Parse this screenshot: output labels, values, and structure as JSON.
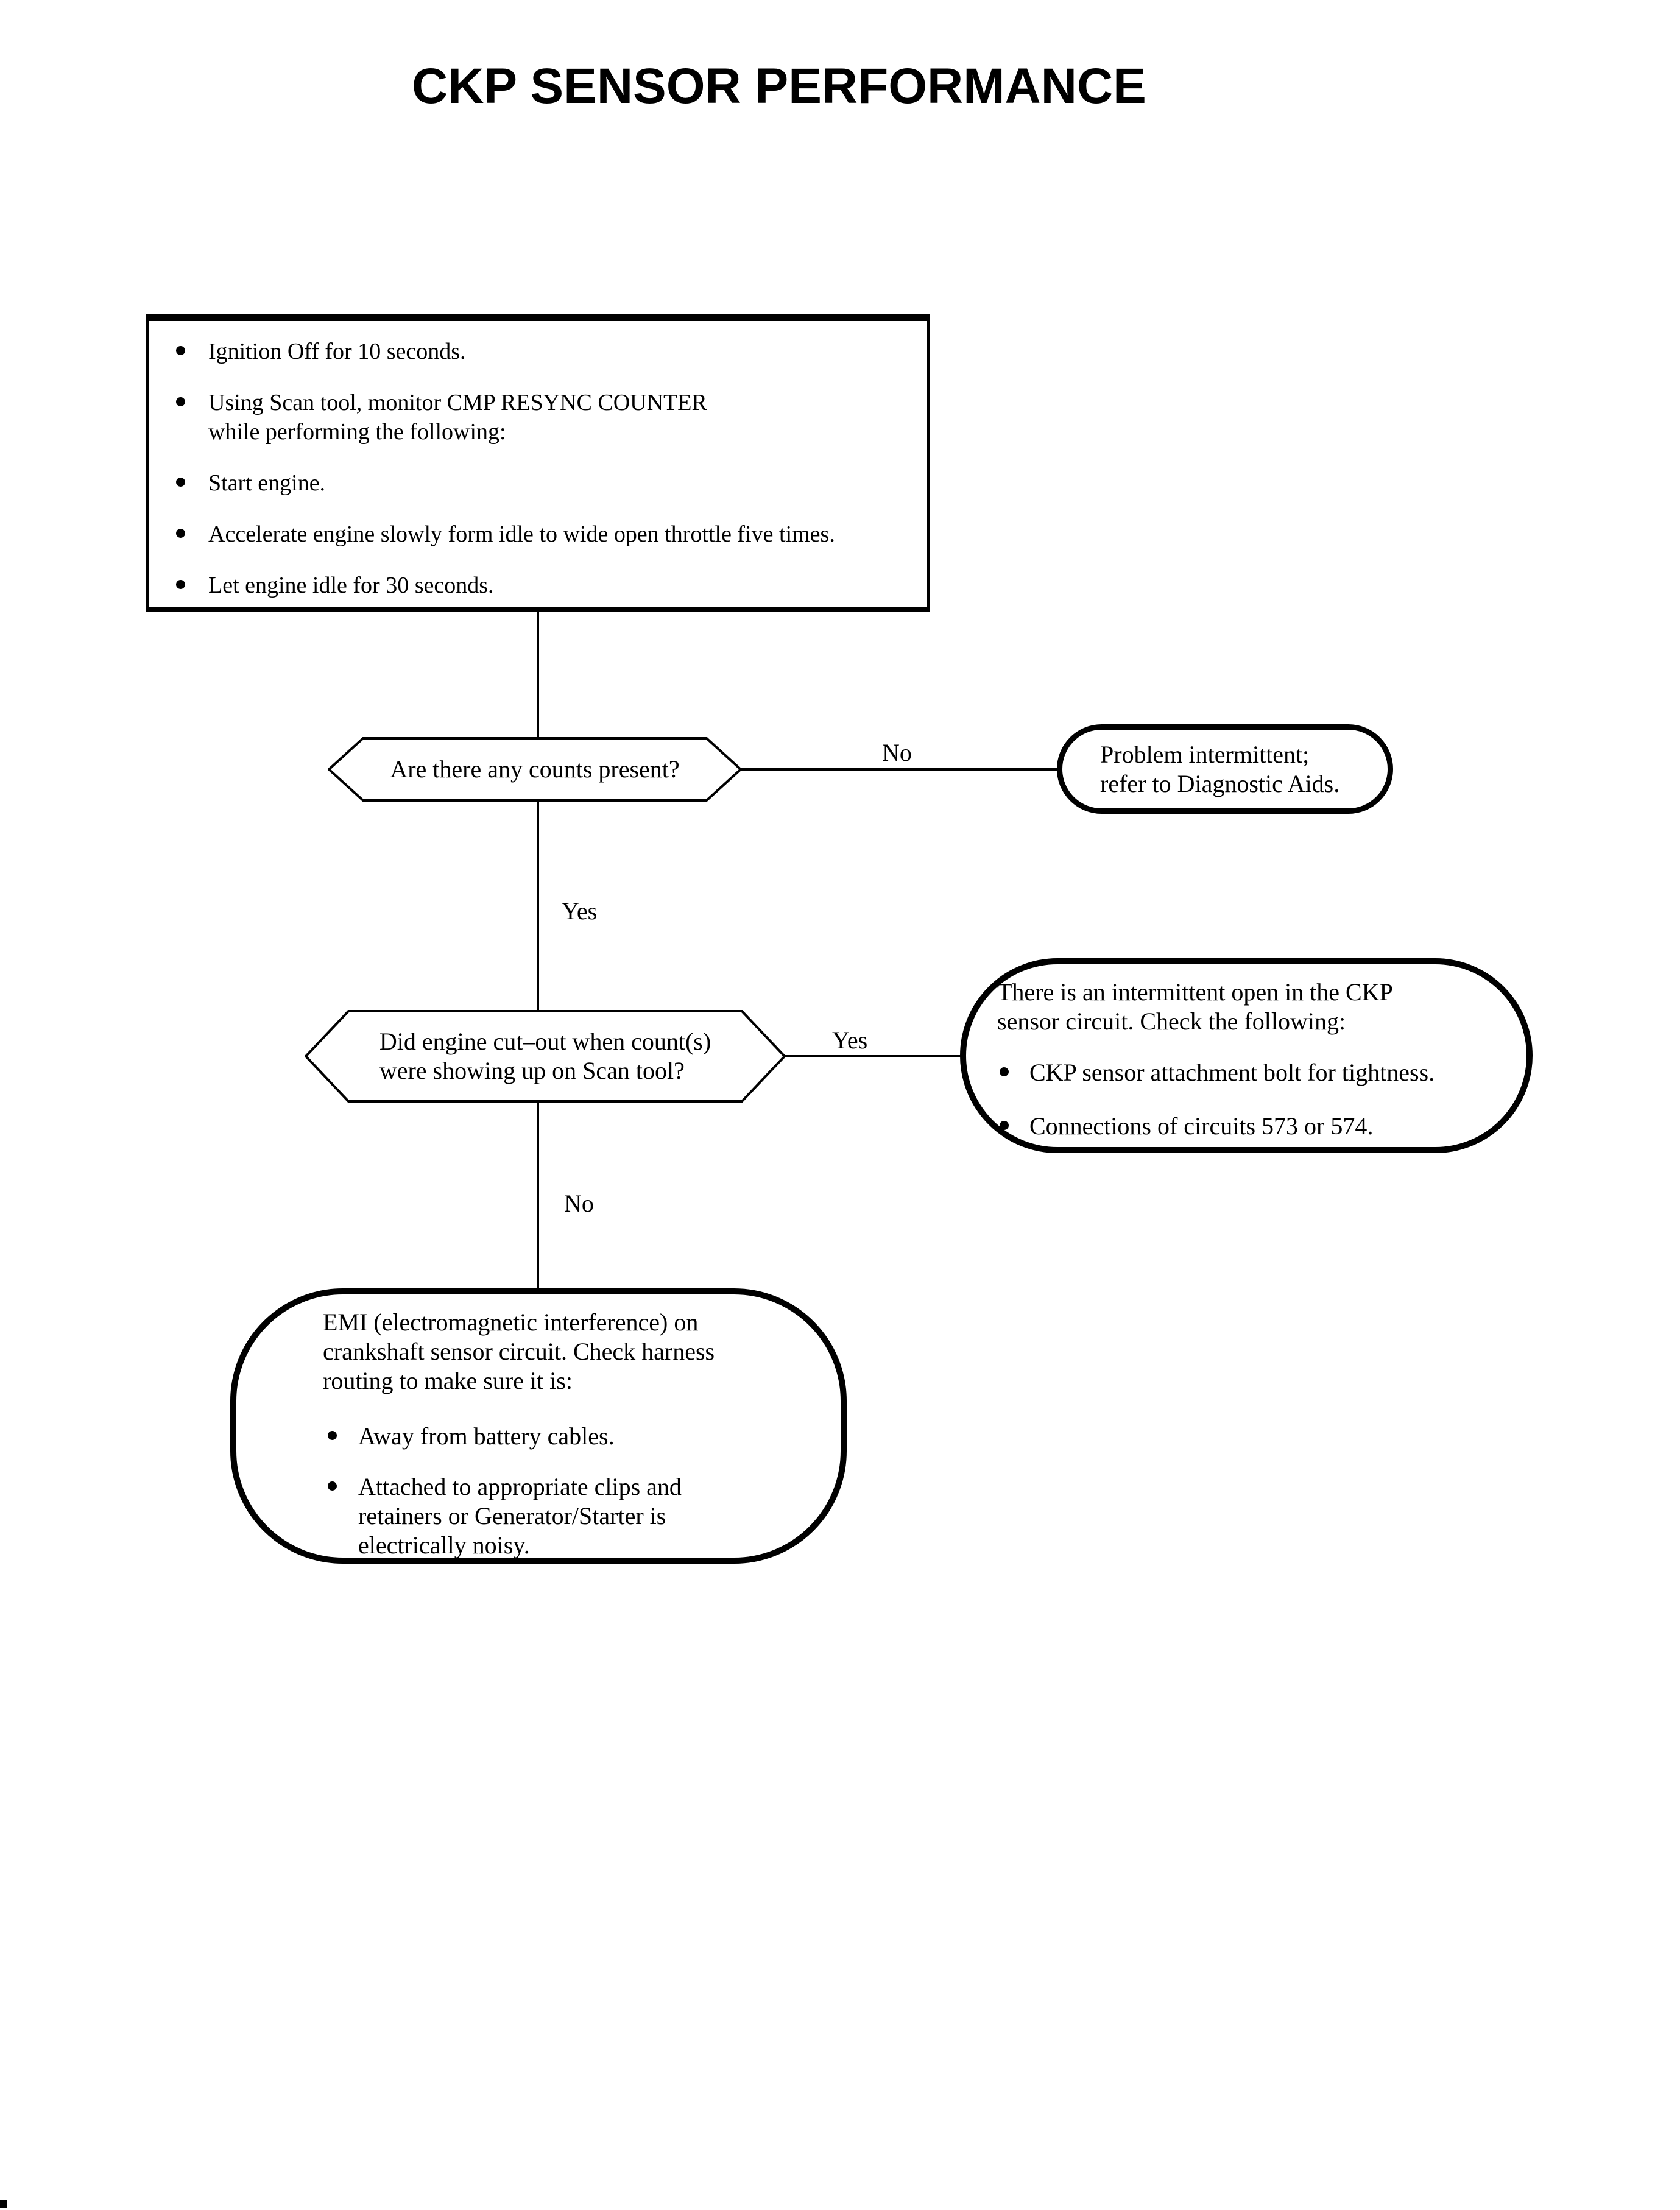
{
  "page": {
    "title": "CKP SENSOR PERFORMANCE"
  },
  "colors": {
    "ink": "#000000",
    "background": "#ffffff"
  },
  "flowchart": {
    "start_box": {
      "items": [
        "Ignition Off for 10 seconds.",
        "Using Scan tool, monitor CMP RESYNC COUNTER\nwhile performing the following:",
        "Start engine.",
        "Accelerate engine slowly form idle to wide open throttle five times.",
        "Let engine idle for 30 seconds."
      ]
    },
    "decision1": {
      "question": "Are there any counts present?",
      "no_label": "No",
      "yes_label": "Yes"
    },
    "result_no1": {
      "text": "Problem intermittent;\nrefer to Diagnostic Aids."
    },
    "decision2": {
      "question": "Did engine cut–out when count(s)\nwere showing up on Scan tool?",
      "yes_label": "Yes",
      "no_label": "No"
    },
    "result_yes2": {
      "heading": "There is an intermittent open in the CKP\nsensor circuit. Check the following:",
      "items": [
        "CKP sensor attachment bolt for tightness.",
        "Connections of circuits 573 or 574."
      ]
    },
    "result_no2": {
      "heading": "EMI (electromagnetic interference) on\ncrankshaft sensor circuit. Check harness\nrouting to make sure it is:",
      "items": [
        "Away from battery cables.",
        "Attached to appropriate clips and\nretainers or Generator/Starter is\nelectrically noisy."
      ]
    }
  }
}
